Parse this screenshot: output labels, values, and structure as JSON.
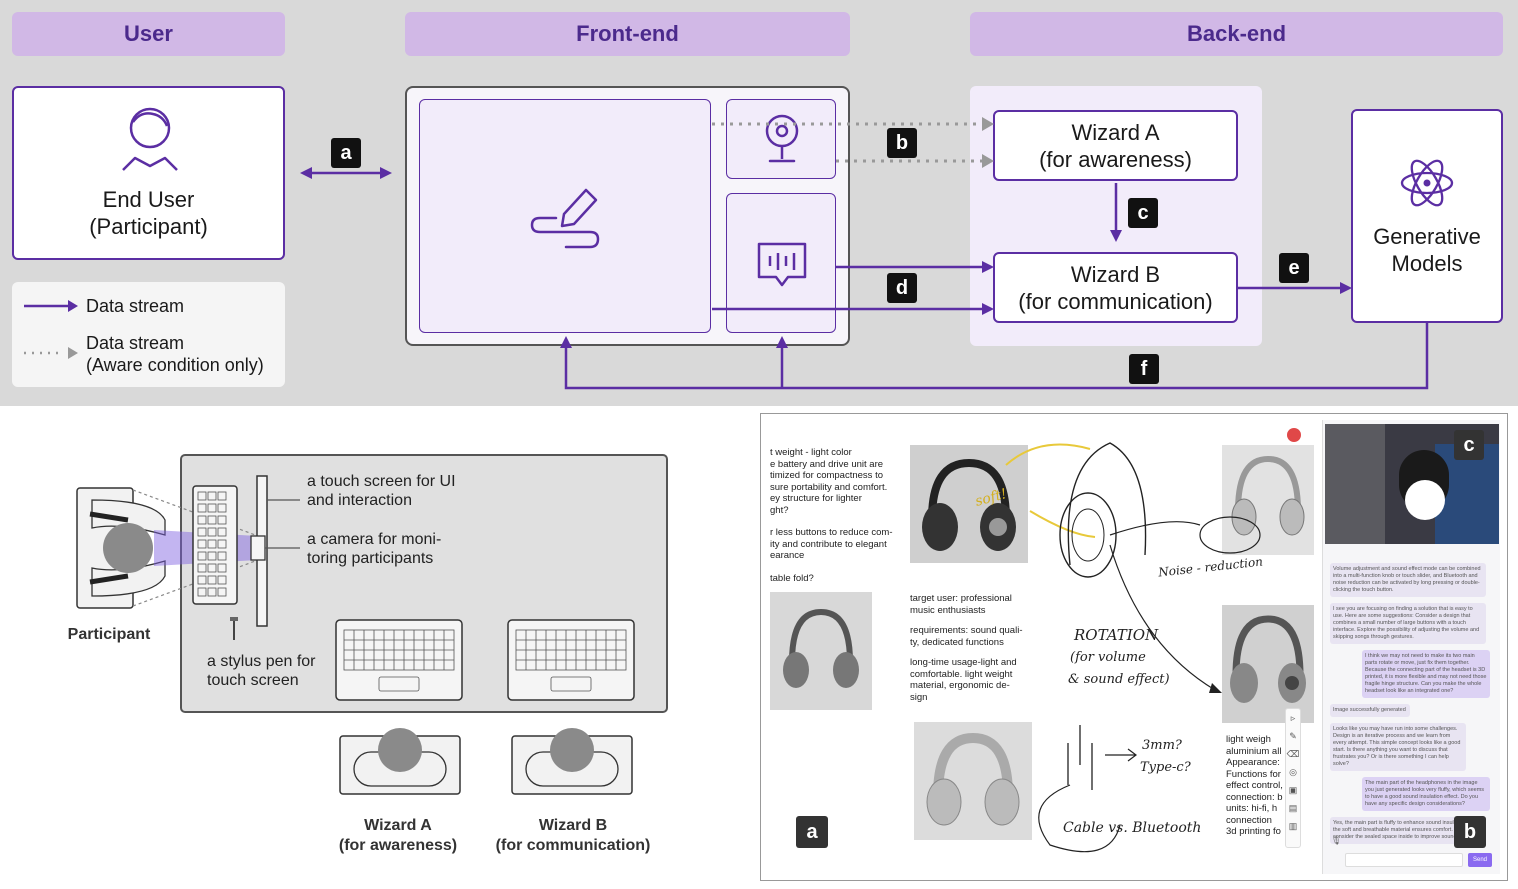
{
  "headers": {
    "user": "User",
    "frontend": "Front-end",
    "backend": "Back-end"
  },
  "end_user": {
    "line1": "End User",
    "line2": "(Participant)"
  },
  "legend": {
    "stream": "Data stream",
    "aware_line1": "Data stream",
    "aware_line2": "(Aware condition only)"
  },
  "wizard_a": {
    "line1": "Wizard A",
    "line2": "(for awareness)"
  },
  "wizard_b": {
    "line1": "Wizard B",
    "line2": "(for communication)"
  },
  "gen_models": {
    "line1": "Generative",
    "line2": "Models"
  },
  "badges": {
    "a": "a",
    "b": "b",
    "c": "c",
    "d": "d",
    "e": "e",
    "f": "f"
  },
  "setup": {
    "touch_l1": "a touch screen for UI",
    "touch_l2": "and interaction",
    "camera_l1": "a camera for moni-",
    "camera_l2": "toring participants",
    "stylus_l1": "a stylus pen for",
    "stylus_l2": "touch screen",
    "participant": "Participant",
    "wizard_a_l1": "Wizard A",
    "wizard_a_l2": "(for awareness)",
    "wizard_b_l1": "Wizard B",
    "wizard_b_l2": "(for communication)"
  },
  "screenshot": {
    "text_top": [
      "t weight - light color",
      "e battery and drive unit are",
      "timized for compactness to",
      "sure portability and comfort.",
      "ey structure for lighter",
      "ght?",
      "",
      "r less buttons to reduce com-",
      "ity and contribute to elegant",
      "earance",
      "",
      "table fold?"
    ],
    "text_mid": [
      "target user: professional",
      "music enthusiasts",
      "",
      "requirements: sound quali-",
      "ty, dedicated functions",
      "",
      "long-time usage-light and",
      "comfortable. light weight",
      "material, ergonomic de-",
      "sign"
    ],
    "text_right": [
      "light weigh",
      "aluminium all",
      "Appearance:",
      "Functions for",
      "effect control,",
      "connection: b",
      "units: hi-fi, h",
      "connection",
      "3d printing fo"
    ],
    "hand_soft": "soft!",
    "hand_noise": "Noise - reduction",
    "hand_rotation": "ROTATION",
    "hand_rot2": "(for volume",
    "hand_rot3": "& sound effect)",
    "hand_3mm": "3mm?",
    "hand_typec": "Type-c?",
    "hand_cable": "Cable vs. Bluetooth",
    "send": "Send",
    "chats": [
      "Volume adjustment and sound effect mode can be combined into a multi-function knob or touch slider, and Bluetooth and noise reduction can be activated by long pressing or double-clicking the touch button.",
      "I see you are focusing on finding a solution that is easy to use. Here are some suggestions: Consider a design that combines a small number of large buttons with a touch interface. Explore the possibility of adjusting the volume and skipping songs through gestures.",
      "I think we may not need to make its two main parts rotate or move, just fix them together. Because the connecting part of the headset is 3D printed, it is more flexible and may not need those fragile hinge structure. Can you make the whole headset look like an integrated one?",
      "Image successfully generated",
      "Looks like you may have run into some challenges. Design is an iterative process and we learn from every attempt. This simple concept looks like a good start. Is there anything you want to discuss that frustrates you? Or is there something I can help solve?",
      "The main part of the headphones in the image you just generated looks very fluffy, which seems to have a good sound insulation effect. Do you have any specific design considerations?",
      "Yes, the main part is fluffy to enhance sound insulation, while the soft and breathable material ensures comfort. I also consider the sealed space inside to improve sound quality."
    ]
  },
  "colors": {
    "accent": "#5b2ea3",
    "header_bg": "#d1b8e6",
    "frontend_bg": "#f2ecfa",
    "gray_panel": "#d9d9d9"
  }
}
